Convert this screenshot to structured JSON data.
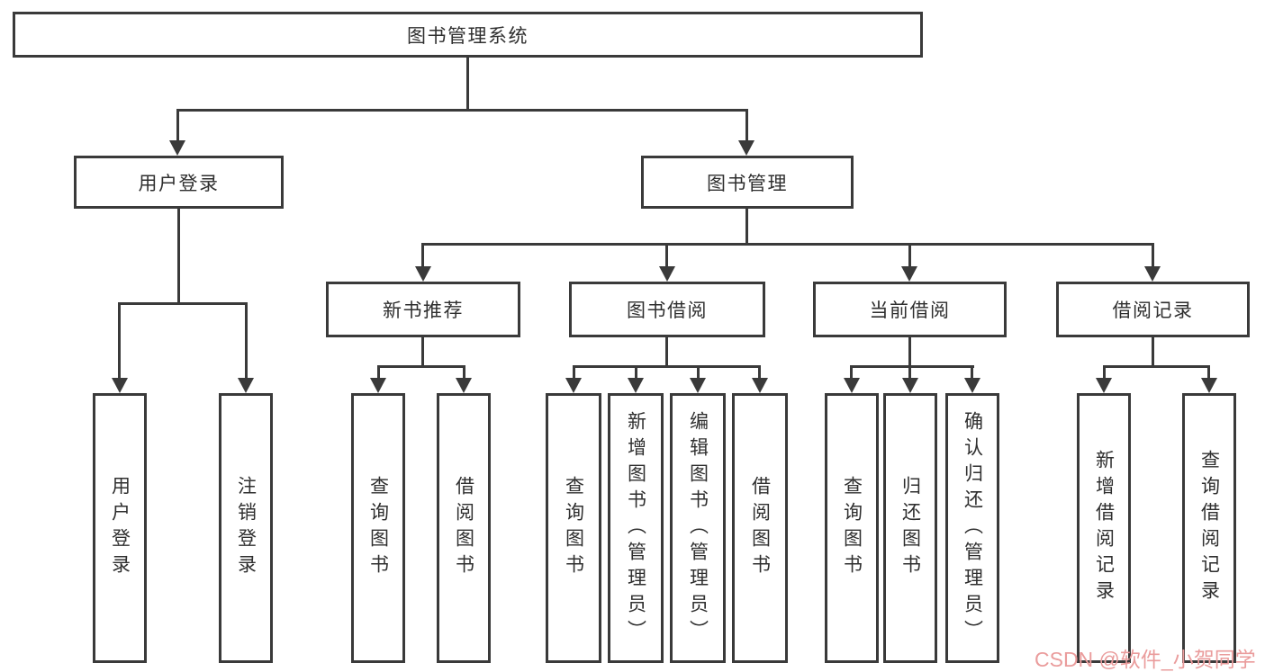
{
  "diagram": {
    "root_label": "图书管理系统",
    "nodes": {
      "user_login": "用户登录",
      "book_mgmt": "图书管理",
      "new_book": "新书推荐",
      "book_borrow": "图书借阅",
      "current_borrow": "当前借阅",
      "borrow_record": "借阅记录"
    },
    "leaves": {
      "user_login": [
        "用户登录",
        "注销登录"
      ],
      "new_book": [
        "查询图书",
        "借阅图书"
      ],
      "book_borrow": [
        "查询图书",
        "新增图书（管理员）",
        "编辑图书（管理员）",
        "借阅图书"
      ],
      "current_borrow": [
        "查询图书",
        "归还图书",
        "确认归还（管理员）"
      ],
      "borrow_record": [
        "新增借阅记录",
        "查询借阅记录"
      ]
    }
  },
  "watermark": "CSDN @软件_小贺同学",
  "colors": {
    "line": "#3a3a3a",
    "text": "#2f2f2f",
    "box_bg": "#ffffff",
    "page_bg": "#ffffff",
    "watermark": "#ea9c9c"
  }
}
